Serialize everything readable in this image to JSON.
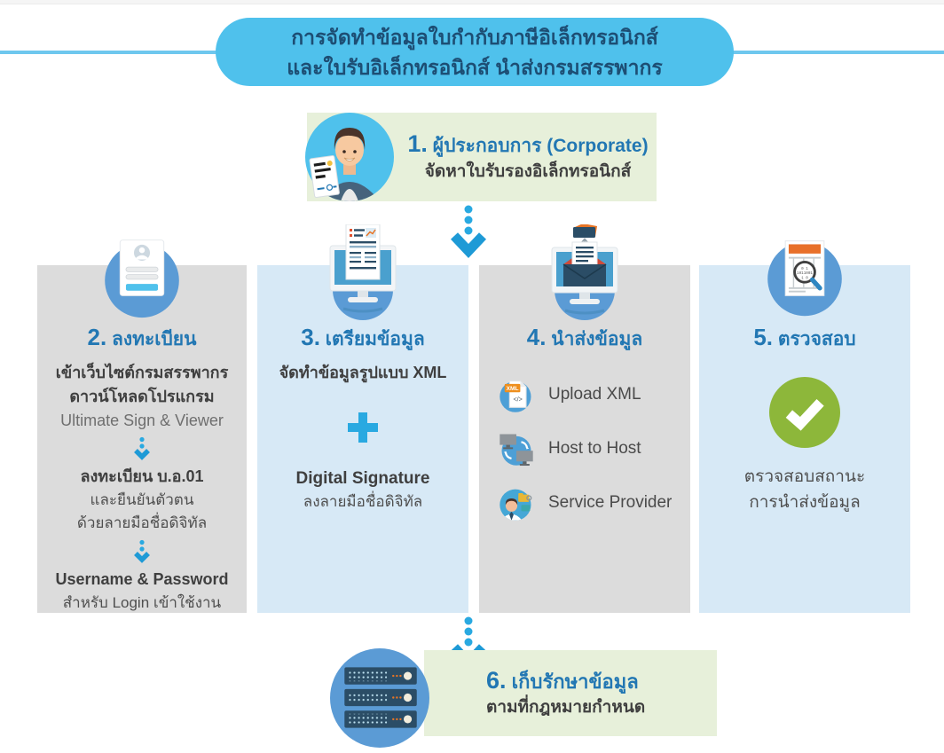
{
  "banner": {
    "title_line1": "การจัดทำข้อมูลใบกำกับภาษีอิเล็กทรอนิกส์",
    "title_line2": "และใบรับอิเล็กทรอนิกส์ นำส่งกรมสรรพากร"
  },
  "step1": {
    "number": "1.",
    "title": " ผู้ประกอบการ (Corporate)",
    "subtitle": "จัดหาใบรับรองอิเล็กทรอนิกส์"
  },
  "step2": {
    "number": "2.",
    "title": " ลงทะเบียน",
    "line1": "เข้าเว็บไซต์กรมสรรพากร",
    "line2": "ดาวน์โหลดโปรแกรม",
    "line3": "Ultimate Sign & Viewer",
    "line4": "ลงทะเบียน บ.อ.01",
    "line5": "และยืนยันตัวตน",
    "line6": "ด้วยลายมือชื่อดิจิทัล",
    "line7": "Username & Password",
    "line8": "สำหรับ Login เข้าใช้งาน"
  },
  "step3": {
    "number": "3.",
    "title": " เตรียมข้อมูล",
    "line1": "จัดทำข้อมูลรูปแบบ XML",
    "line2": "Digital Signature",
    "line3": "ลงลายมือชื่อดิจิทัล"
  },
  "step4": {
    "number": "4.",
    "title": " นำส่งข้อมูล",
    "items": [
      {
        "icon": "xml-file-icon",
        "label": "Upload XML"
      },
      {
        "icon": "host-to-host-icon",
        "label": "Host to Host"
      },
      {
        "icon": "service-provider-icon",
        "label": "Service Provider"
      }
    ]
  },
  "step5": {
    "number": "5.",
    "title": " ตรวจสอบ",
    "line1": "ตรวจสอบสถานะ",
    "line2": "การนำส่งข้อมูล"
  },
  "step6": {
    "number": "6.",
    "title": " เก็บรักษาข้อมูล",
    "subtitle": "ตามที่กฎหมายกำหนด"
  },
  "colors": {
    "banner_blue": "#4fc1ec",
    "heading_blue": "#2277b3",
    "title_navy": "#1d4e74",
    "arrow_blue": "#29a9e1",
    "icon_circle_blue": "#5b9bd5",
    "panel_gray": "#dcdcdc",
    "panel_blue": "#d7e9f6",
    "panel_green": "#e7f0da",
    "check_green": "#8db73a",
    "icon_navy": "#2b4d66",
    "accent_orange": "#e87424",
    "text_dark": "#3f3f3f"
  },
  "icons": {
    "corporate-avatar-icon": "person with electronic certificate",
    "register-form-icon": "login form card in blue circle",
    "prepare-data-icon": "monitor with document printout",
    "submit-data-icon": "monitor with envelope uploading to folder",
    "verify-receipt-icon": "receipt with magnifier",
    "xml-file-icon": "XML document page",
    "host-to-host-icon": "two computers with sync arrows",
    "service-provider-icon": "person with folders",
    "check-icon": "white check in green circle",
    "server-storage-icon": "server rack in blue circle",
    "down-arrow-icon": "dashed blue down arrow",
    "plus-icon": "blue plus sign"
  }
}
